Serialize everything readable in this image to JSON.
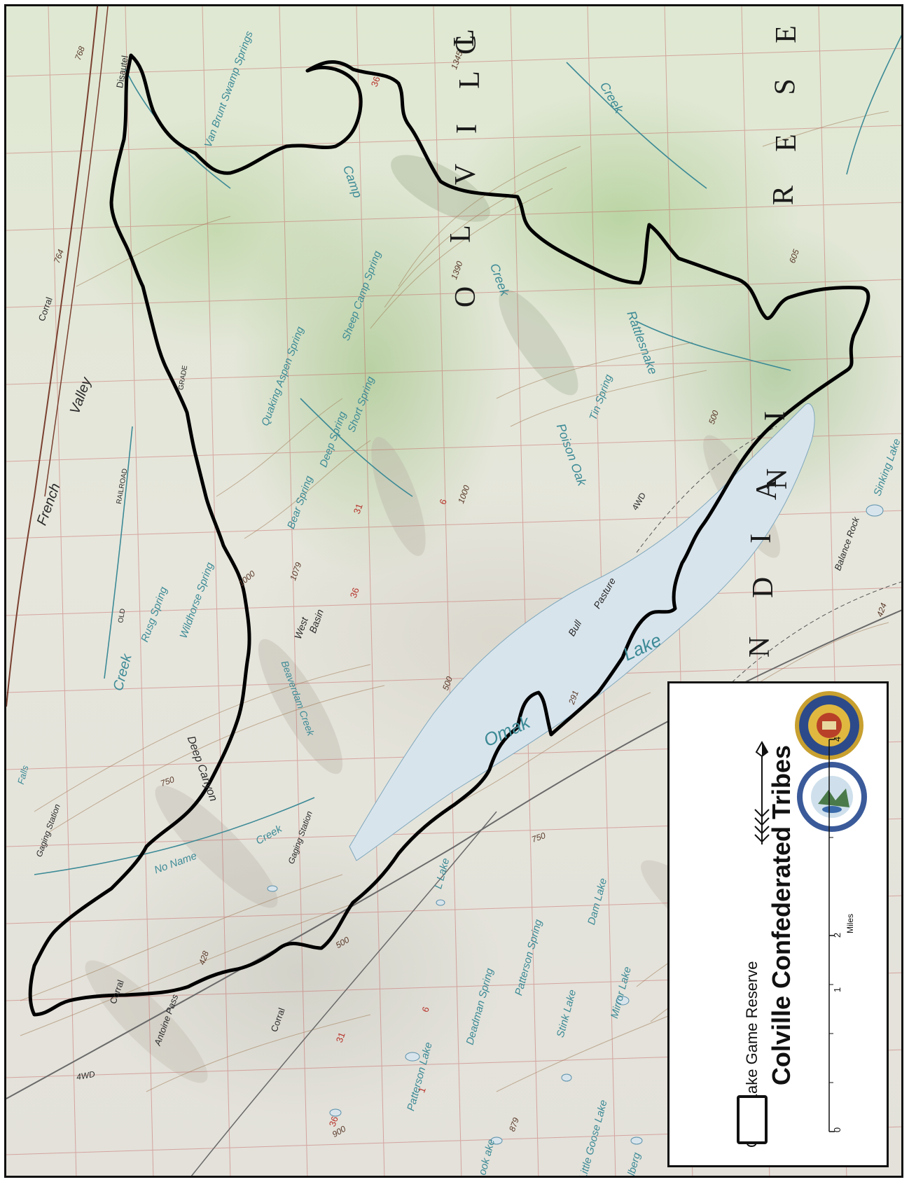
{
  "map": {
    "region_labels": [
      "C",
      "O",
      "L",
      "V",
      "I",
      "L",
      "L",
      "E",
      "R",
      "E",
      "S",
      "I",
      "N",
      "D",
      "I",
      "A",
      "N"
    ],
    "features": {
      "french": "French",
      "valley": "Valley",
      "creek_left": "Creek",
      "omak": "Omak",
      "lake": "Lake",
      "lake_elev": "291",
      "bull": "Bull",
      "pasture": "Pasture",
      "west": "West",
      "basin": "Basin",
      "basin_elev": "1079",
      "deep_canyon": "Deep Canyon",
      "beaverdam_creek": "Beaverdam Creek",
      "no_name": "No Name",
      "creek_no_name": "Creek",
      "gaging_station_1": "Gaging Station",
      "gaging_station_2": "Gaging Station",
      "rusg_spring": "Rusg Spring",
      "wildhorse_spring": "Wildhorse Spring",
      "bear_spring": "Bear Spring",
      "deep_spring": "Deep Spring",
      "short_spring": "Short Spring",
      "quaking_aspen_spring": "Quaking Aspen Spring",
      "sheep_camp_spring": "Sheep Camp Spring",
      "van_brunt_swamp_springs": "Van Brunt Swamp Springs",
      "camp_creek": "Camp",
      "creek_camp": "Creek",
      "rattlesnake": "Rattlesnake",
      "creek_rattle": "Creek",
      "tin_spring": "Tin Spring",
      "poison_oak": "Poison Oak",
      "sinking_lake": "Sinking Lake",
      "balance_rock": "Balance Rock",
      "disautel": "Disautel",
      "corral_1": "Corral",
      "corral_2": "Corral",
      "corral_3": "Corral",
      "antoine_pass": "Antoine Pass",
      "railroad": "RAILROAD",
      "grade": "GRADE",
      "old": "OLD",
      "fourwd_1": "4WD",
      "fourwd_2": "4WD",
      "deadman_spring": "Deadman Spring",
      "patterson_spring": "Patterson Spring",
      "stink_lake": "Stink Lake",
      "mirror_lake": "Mirror Lake",
      "dam_lake": "Dam Lake",
      "patterson_lake": "Patterson Lake",
      "little_goose_lake": "Little Goose Lake",
      "l_lake": "L Lake",
      "nook_lake": "ook ake",
      "ahlberg": "lberg",
      "elev_1345": "1345",
      "elev_1390": "1390",
      "elev_879": "879",
      "elev_768": "768",
      "elev_764": "764",
      "elev_428": "428",
      "elev_424": "424",
      "elev_605": "605",
      "contour_500_a": "500",
      "contour_500_b": "500",
      "contour_500_c": "500",
      "contour_750_a": "750",
      "contour_750_b": "750",
      "contour_1000_a": "1000",
      "contour_1000_b": "1000",
      "contour_900": "900",
      "sec_36_a": "36",
      "sec_36_b": "36",
      "sec_36_c": "36",
      "sec_31_a": "31",
      "sec_31_b": "31",
      "sec_6_a": "6",
      "sec_6_b": "6",
      "sec_1": "1",
      "falls": "Falls"
    }
  },
  "legend": {
    "title": "Colville Confederated Tribes",
    "item_label": "Omak Lake Game Reserve",
    "scale_ticks": [
      "0",
      "1",
      "2",
      "4"
    ],
    "scale_unit": "Miles",
    "seal_colors": {
      "seal1": "#c8a030",
      "seal2": "#3a5a9a"
    }
  },
  "colors": {
    "boundary": "#000000",
    "lake": "#d8e4ec",
    "grid": "#c25a5a",
    "contour": "#a07a55",
    "creek": "#3c8a96"
  }
}
